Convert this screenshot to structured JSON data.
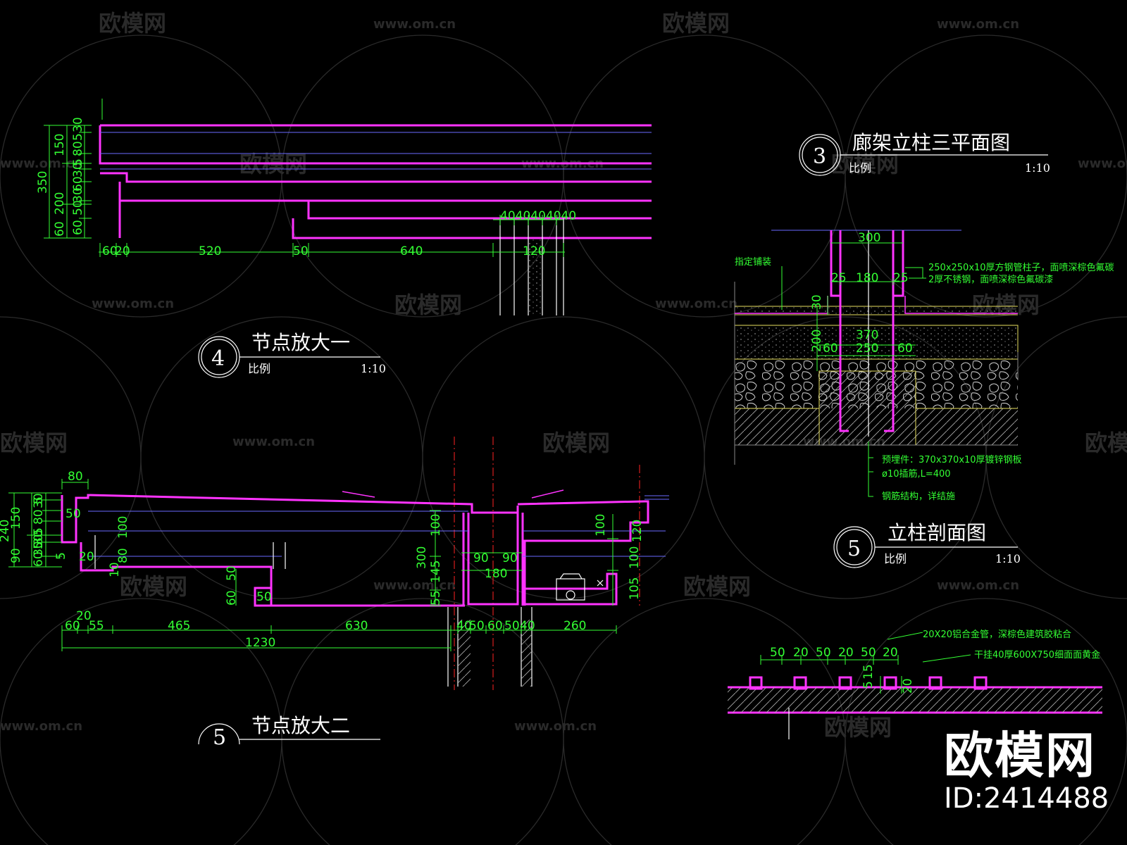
{
  "watermarks": {
    "site": "www.om.cn",
    "logo": "欧模网"
  },
  "brand": {
    "logo": "欧模网",
    "id": "ID:2414488"
  },
  "detail4": {
    "num": "4",
    "title": "节点放大一",
    "scale_label": "比例",
    "scale": "1:10",
    "dims_vertical_outer": "350",
    "dims_vertical": [
      "150",
      "200",
      "60"
    ],
    "dims_small": [
      "30",
      "5",
      "80",
      "5",
      "30",
      "60",
      "30",
      "50",
      "60",
      "50"
    ],
    "dims_horizontal": [
      "60",
      "20",
      "520",
      "50",
      "640",
      "120"
    ],
    "dims_top_right": "4040404040"
  },
  "detail5_lower": {
    "num": "5",
    "title": "节点放大二",
    "dims_left_vertical": [
      "240",
      "150",
      "90"
    ],
    "dims_left_small": [
      "5",
      "80",
      "30",
      "5",
      "30",
      "60",
      "30",
      "50",
      "5"
    ],
    "dims_top": "80",
    "labels_inner": [
      "50",
      "20",
      "100",
      "10",
      "80",
      "60",
      "50",
      "50",
      "300",
      "145",
      "55",
      "100",
      "90",
      "90",
      "180",
      "100",
      "120",
      "100",
      "105"
    ],
    "dims_bottom": [
      "20",
      "60",
      "55",
      "465",
      "630",
      "1230",
      "40",
      "50",
      "60",
      "50",
      "40",
      "260"
    ]
  },
  "detail3": {
    "num": "3",
    "title": "廊架立柱三平面图",
    "scale_label": "比例",
    "scale": "1:10",
    "dims": [
      "300",
      "25",
      "180",
      "25",
      "30",
      "200",
      "370",
      "60",
      "250",
      "60"
    ],
    "note_left": "指定铺装",
    "note_right_1": "250x250x10厚方钢管柱子，面喷深棕色氟碳",
    "note_right_2": "2厚不锈钢，面喷深棕色氟碳漆",
    "note_bottom_1": "预埋件：370x370x10厚镀锌钢板",
    "note_bottom_2": "ø10插筋,L=400",
    "note_bottom_3": "钢筋结构，详结施"
  },
  "detail5": {
    "num": "5",
    "title": "立柱剖面图",
    "scale_label": "比例",
    "scale": "1:10"
  },
  "detail6": {
    "note_1": "20X20铝合金管，深棕色建筑胶粘合",
    "note_2": "干挂40厚600X750细面面黄金",
    "dims": [
      "50",
      "20",
      "50",
      "20",
      "50",
      "20"
    ],
    "dims_v": [
      "5",
      "15",
      "20"
    ]
  }
}
